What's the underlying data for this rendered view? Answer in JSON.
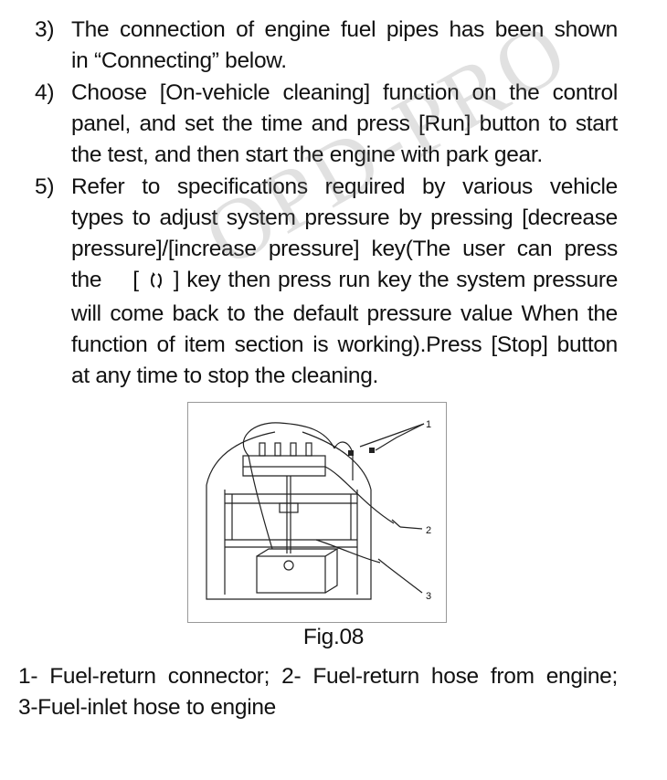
{
  "steps": [
    {
      "number": "3)",
      "lines": [
        "The connection of engine fuel pipes has been shown",
        "in “Connecting” below."
      ]
    },
    {
      "number": "4)",
      "lines": [
        "Choose [On-vehicle cleaning] function on the control",
        "panel, and set the time and press [Run] button to start",
        "the test, and then start the engine with park gear."
      ]
    },
    {
      "number": "5)",
      "lines": [
        "Refer to specifications required by various vehicle",
        "types to adjust system pressure by pressing [decrease",
        "pressure]/[increase pressure] key(The user can press",
        "will come back to the default pressure value When the",
        "function of item section is working).Press [Stop] button",
        "at any time to stop the cleaning."
      ],
      "key_line": {
        "before": "the",
        "bracket_open": "[",
        "bracket_close": "]",
        "after": "key then press run key the system pressure"
      }
    }
  ],
  "figure": {
    "callouts": [
      "1",
      "2",
      "3"
    ],
    "caption": "Fig.08"
  },
  "legend": {
    "line1": "1- Fuel-return connector; 2- Fuel-return hose from engine;",
    "line2": "3-Fuel-inlet hose to engine"
  },
  "watermark": "OPD-PRO",
  "icons": {
    "reset_key": "reset-arrows-icon"
  }
}
